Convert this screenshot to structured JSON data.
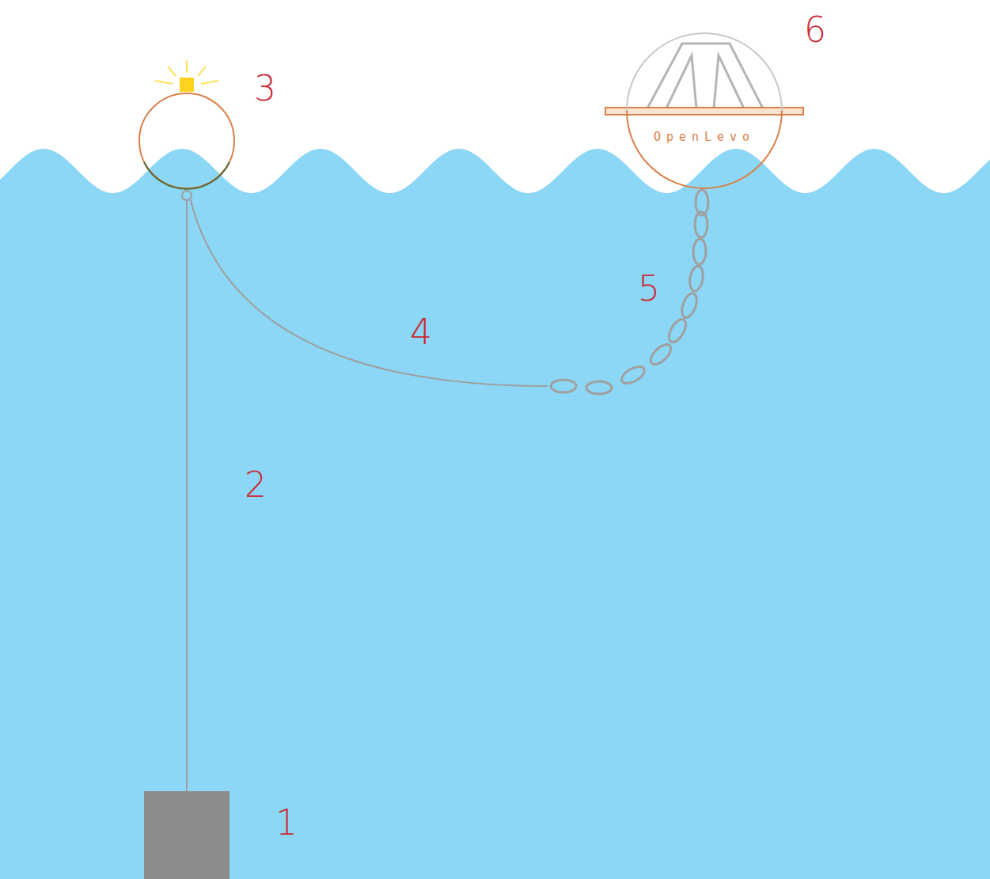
{
  "diagram": {
    "nodes": [
      {
        "text": [
          "OpenLevo"
        ]
      }
    ],
    "labels": [
      "3",
      "6",
      "5",
      "4",
      "2",
      "1"
    ]
  }
}
